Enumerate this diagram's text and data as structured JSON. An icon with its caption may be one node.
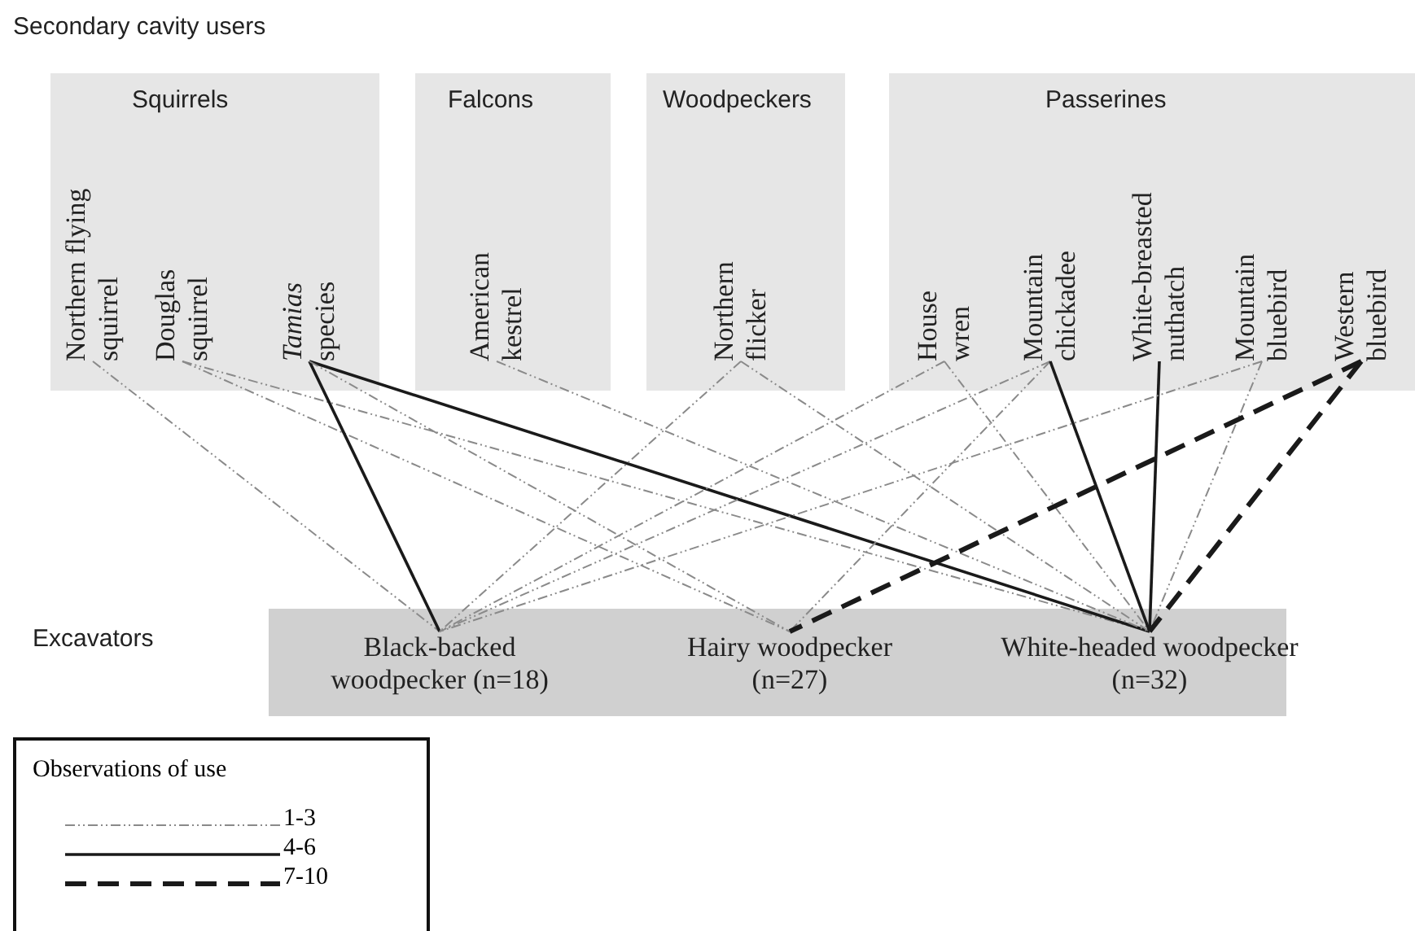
{
  "diagram": {
    "title": "Secondary cavity users",
    "nodes": [
      {
        "text": [
          "Squirrels"
        ]
      },
      {
        "text": [
          "Northern flying squirrel"
        ],
        "in": 0
      },
      {
        "text": [
          "Douglas squirrel"
        ],
        "in": 0
      },
      {
        "text": [
          "*Tamias* species"
        ],
        "in": 0
      },
      {
        "text": [
          "Falcons"
        ]
      },
      {
        "text": [
          "American kestrel"
        ],
        "in": 4
      },
      {
        "text": [
          "Woodpeckers"
        ]
      },
      {
        "text": [
          "Northern flicker"
        ],
        "in": 6
      },
      {
        "text": [
          "Passerines"
        ]
      },
      {
        "text": [
          "House wren"
        ],
        "in": 8
      },
      {
        "text": [
          "Mountain chickadee"
        ],
        "in": 8
      },
      {
        "text": [
          "White-breasted nuthatch"
        ],
        "in": 8
      },
      {
        "text": [
          "Mountain bluebird"
        ],
        "in": 8
      },
      {
        "text": [
          "Western bluebird"
        ],
        "in": 8
      },
      {
        "text": [
          "Excavators"
        ]
      },
      {
        "text": [
          "Black-backed woodpecker (n=18)"
        ],
        "in": 14
      },
      {
        "text": [
          "Hairy woodpecker (n=27)"
        ],
        "in": 14
      },
      {
        "text": [
          "White-headed woodpecker (n=32)"
        ],
        "in": 14
      }
    ],
    "edges": [
      {
        "from": 1,
        "to": 15,
        "arrow": "none",
        "style": "dashed"
      },
      {
        "from": 2,
        "to": 16,
        "arrow": "none",
        "style": "dashed"
      },
      {
        "from": 2,
        "to": 17,
        "arrow": "none",
        "style": "dashed"
      },
      {
        "from": 3,
        "to": 15,
        "arrow": "none",
        "color": "#1a1a1a"
      },
      {
        "from": 3,
        "to": 17,
        "arrow": "none",
        "color": "#1a1a1a"
      },
      {
        "from": 3,
        "to": 16,
        "arrow": "none",
        "style": "dashed"
      },
      {
        "from": 5,
        "to": 17,
        "arrow": "none",
        "style": "dashed"
      },
      {
        "from": 7,
        "to": 15,
        "arrow": "none",
        "style": "dashed"
      },
      {
        "from": 7,
        "to": 17,
        "arrow": "none",
        "style": "dashed"
      },
      {
        "from": 9,
        "to": 15,
        "arrow": "none",
        "style": "dashed"
      },
      {
        "from": 9,
        "to": 17,
        "arrow": "none",
        "style": "dashed"
      },
      {
        "from": 10,
        "to": 15,
        "arrow": "none",
        "style": "dashed"
      },
      {
        "from": 10,
        "to": 16,
        "arrow": "none",
        "style": "dashed"
      },
      {
        "from": 10,
        "to": 17,
        "arrow": "none",
        "color": "#1a1a1a"
      },
      {
        "from": 11,
        "to": 17,
        "arrow": "none",
        "color": "#1a1a1a"
      },
      {
        "from": 12,
        "to": 15,
        "arrow": "none",
        "style": "dashed"
      },
      {
        "from": 12,
        "to": 17,
        "arrow": "none",
        "style": "dashed"
      },
      {
        "from": 13,
        "to": 16,
        "arrow": "none",
        "style": "dashed",
        "color": "#1a1a1a"
      },
      {
        "from": 13,
        "to": 17,
        "arrow": "none",
        "style": "dashed",
        "color": "#1a1a1a"
      }
    ],
    "labels": [
      "Observations of use"
    ],
    "legend": [
      {
        "text": "1-3"
      },
      {
        "text": "4-6"
      },
      {
        "text": "7-10"
      }
    ]
  }
}
